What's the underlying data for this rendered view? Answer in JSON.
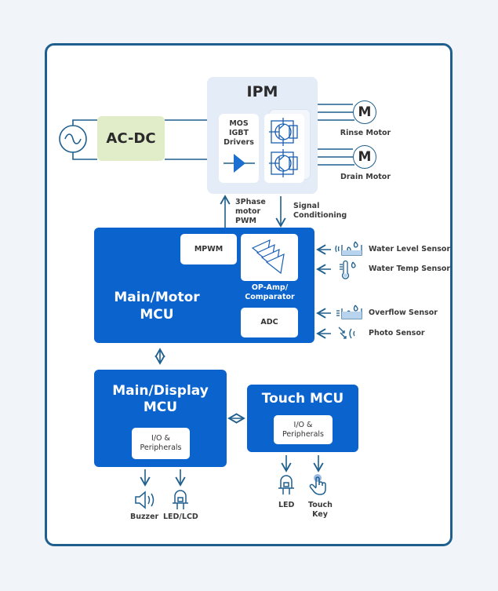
{
  "diagram": {
    "power": {
      "source_icon": "ac-source-icon",
      "converter_label": "AC-DC"
    },
    "ipm": {
      "title": "IPM",
      "driver_label_lines": [
        "MOS",
        "IGBT",
        "Drivers"
      ],
      "driver_icon": "buffer-amplifier-icon",
      "switch_icon": "igbt-transistor-icon"
    },
    "motors": [
      {
        "label": "Rinse Motor",
        "symbol": "M"
      },
      {
        "label": "Drain Motor",
        "symbol": "M"
      }
    ],
    "ipm_links": {
      "up_label_lines": [
        "3Phase",
        "motor",
        "PWM"
      ],
      "down_label_lines": [
        "Signal",
        "Conditioning"
      ]
    },
    "main_motor_mcu": {
      "title_lines": [
        "Main/Motor",
        "MCU"
      ],
      "blocks": {
        "mpwm": "MPWM",
        "opamp_label_lines": [
          "OP-Amp/",
          "Comparator"
        ],
        "adc": "ADC"
      }
    },
    "sensors": [
      {
        "label": "Water Level Sensor",
        "icon": "water-level-sensor-icon"
      },
      {
        "label": "Water Temp Sensor",
        "icon": "thermometer-icon"
      },
      {
        "label": "Overflow Sensor",
        "icon": "overflow-sensor-icon"
      },
      {
        "label": "Photo Sensor",
        "icon": "photo-sensor-icon"
      }
    ],
    "main_display_mcu": {
      "title_lines": [
        "Main/Display",
        "MCU"
      ],
      "io_lines": [
        "I/O &",
        "Peripherals"
      ],
      "outputs": [
        {
          "label": "Buzzer",
          "icon": "speaker-icon"
        },
        {
          "label": "LED/LCD",
          "icon": "led-icon"
        }
      ]
    },
    "touch_mcu": {
      "title": "Touch MCU",
      "io_lines": [
        "I/O &",
        "Peripherals"
      ],
      "outputs": [
        {
          "label_lines": [
            "LED"
          ],
          "icon": "led-icon"
        },
        {
          "label_lines": [
            "Touch",
            "Key"
          ],
          "icon": "touch-hand-icon"
        }
      ]
    },
    "colors": {
      "mcu_blue": "#0b63ce",
      "line_blue": "#1f5f8e",
      "ipm_bg": "#e3ecf7",
      "acdc_bg": "#e1ecc9",
      "frame_border": "#1f5f8e"
    }
  }
}
